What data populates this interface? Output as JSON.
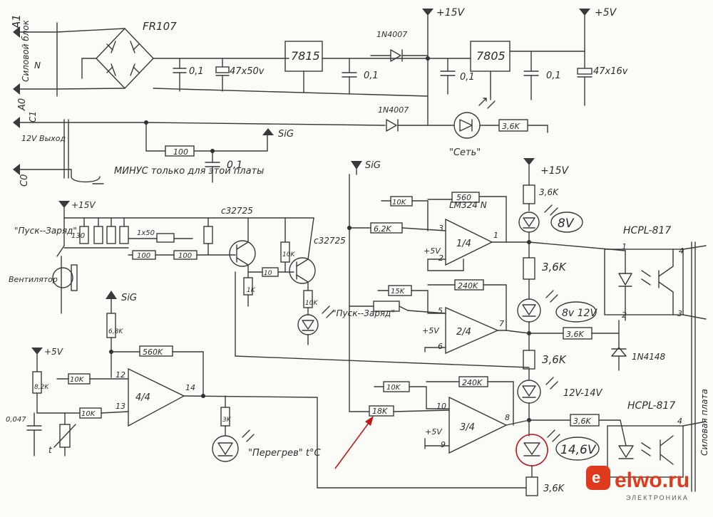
{
  "labels": {
    "a1": "A1",
    "power_block": "Силовой блок",
    "n": "N",
    "c1_left": "C1",
    "a0": "A0",
    "c0": "C0",
    "out12": "12V Выход",
    "bridge": "FR107",
    "c_01a": "0,1",
    "c_47x50": "47x50v",
    "reg7815": "7815",
    "c_01b": "0,1",
    "d1n4007a": "1N4007",
    "d1n4007b": "1N4007",
    "p15_top": "+15V",
    "p5_top": "+5V",
    "reg7805": "7805",
    "c_01c": "0,1",
    "c_01d": "0,1",
    "c_47x16": "47x16v",
    "r36_net": "3,6K",
    "net_led": "\"Сеть\"",
    "sig1": "SiG",
    "r100a": "100",
    "c_01e": "0,1",
    "minus_note": "МИНУС только для этой платы",
    "sig2": "SiG",
    "p15_mid": "+15V",
    "r560": "560",
    "r10k_a": "10K",
    "lm324": "LM324 N",
    "r62k": "6,2K",
    "pin3": "3",
    "pin2": "2",
    "pin1": "1",
    "p5_op1": "+5V",
    "op1": "1/4",
    "r36_a": "3,6K",
    "led8v": "8V",
    "hcpl_top": "HCPL-817",
    "p15_left": "+15V",
    "start_charge": "\"Пуск--Заряд\"",
    "r130": "130",
    "c1x50": "1x50",
    "r100b": "100",
    "r100c": "100",
    "c32725a": "c32725",
    "c32725b": "c32725",
    "r10k_b": "10K",
    "r10a": "10",
    "r10k_c": "10K",
    "r1k": "1K",
    "fan": "Вентилятор",
    "r15k": "15K",
    "r240a": "240K",
    "pin5": "5",
    "pin7": "7",
    "pin6": "6",
    "p5_op2": "+5V",
    "op2": "2/4",
    "r36_b": "3,6K",
    "led8_12": "8v 12V",
    "r36_c": "3,6K",
    "start_charge2": "\"Пуск--Заряд\"",
    "sig3": "SiG",
    "r68k": "6,8K",
    "p5_left": "+5V",
    "r82k": "8,2K",
    "r10k_d": "10K",
    "r560k": "560K",
    "pin12": "12",
    "pin13": "13",
    "pin14": "14",
    "op4": "4/4",
    "r10k_e": "10K",
    "c0047": "0,047",
    "thermistor": "t",
    "r3k": "3K",
    "overheat": "\"Перегрев\" t°C",
    "r36_d": "3,6K",
    "d1n4148": "1N4148",
    "power_board": "Силовая плата",
    "r10k_f": "10K",
    "r240b": "240K",
    "r18k": "18K",
    "pin10": "10",
    "pin8": "8",
    "pin9": "9",
    "p5_op3": "+5V",
    "op3": "3/4",
    "led1214": "12V-14V",
    "r36_e": "3,6K",
    "led146": "14,6V",
    "hcpl_bot": "HCPL-817",
    "r36_f": "3,6K",
    "hp4": "4",
    "hp3": "3",
    "hp1": "1",
    "hp2": "2",
    "hb4": "4",
    "brand": "elwo.ru",
    "brand_sub": "ЭЛЕКТРОНИКА"
  },
  "colors": {
    "ink": "#3a3a3a",
    "annotation": "#c01818",
    "paper": "#fbfbf8",
    "brand": "#e03a1e"
  }
}
